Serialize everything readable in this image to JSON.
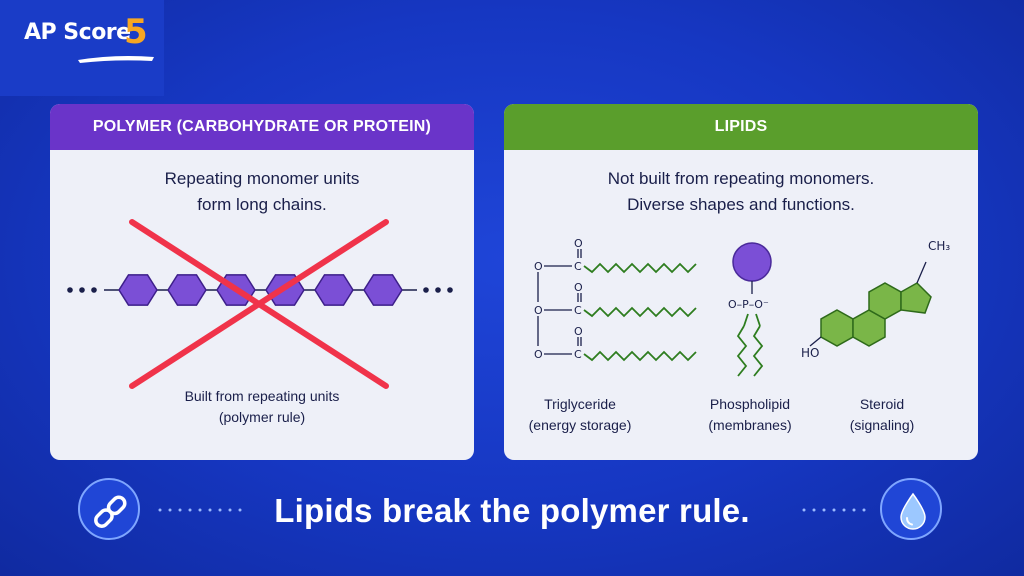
{
  "logo": {
    "text": "AP Score",
    "digit": "5"
  },
  "left_panel": {
    "header": "POLYMER (CARBOHYDRATE OR PROTEIN)",
    "description": [
      "Repeating monomer units",
      "form long chains."
    ],
    "caption": [
      "Built from repeating units",
      "(polymer rule)"
    ],
    "monomer_count": 6,
    "colors": {
      "header": "#6a34c9",
      "monomer": "#7b4fd6",
      "cross": "#f0334a"
    }
  },
  "right_panel": {
    "header": "LIPIDS",
    "description": [
      "Not built from repeating monomers.",
      "Diverse shapes and functions."
    ],
    "colors": {
      "header": "#5a9e2c",
      "chain": "#2e7d1f",
      "phosphate_head": "#7b4fd6",
      "steroid_ring": "#7ab648"
    },
    "triglyceride": {
      "label": "Triglyceride",
      "sublabel": "(energy storage)",
      "atom_o": "O",
      "atom_c": "C"
    },
    "phospholipid": {
      "label": "Phospholipid",
      "sublabel": "(membranes)",
      "formula": "O–P–O⁻"
    },
    "steroid": {
      "label": "Steroid",
      "sublabel": "(signaling)",
      "methyl": "CH₃",
      "hydroxyl": "HO"
    }
  },
  "footer": {
    "text": "Lipids break the polymer rule.",
    "left_icon": "chain-link-icon",
    "right_icon": "water-drop-icon"
  }
}
